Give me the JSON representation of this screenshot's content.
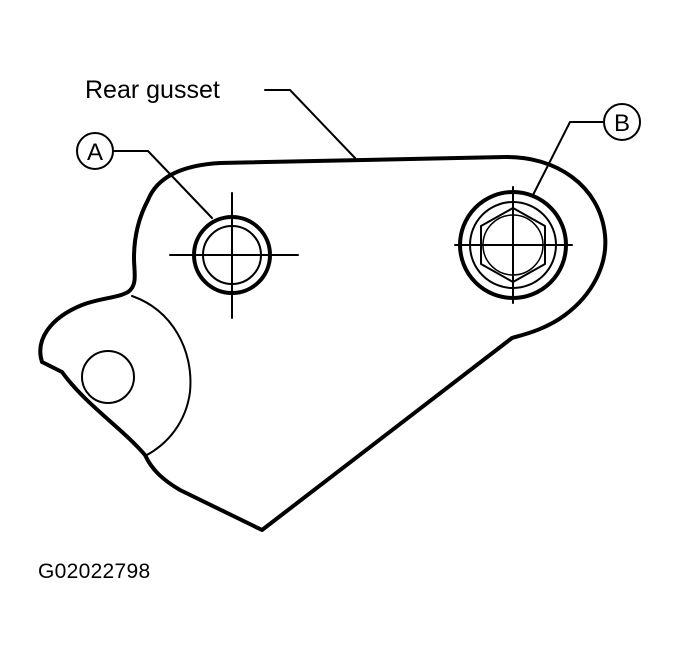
{
  "diagram": {
    "part_label": "Rear gusset",
    "callout_a": "A",
    "callout_b": "B",
    "figure_code": "G02022798"
  },
  "colors": {
    "ink": "#000000",
    "paper": "#ffffff"
  }
}
